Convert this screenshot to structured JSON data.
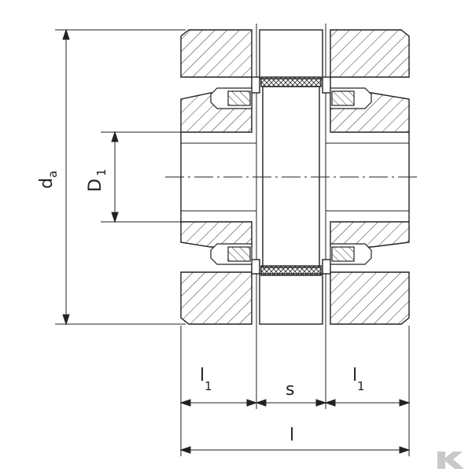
{
  "labels": {
    "da_main": "d",
    "da_sub": "a",
    "D1_main": "D",
    "D1_sub": "1",
    "l1_left_main": "l",
    "l1_left_sub": "1",
    "s": "s",
    "l1_right_main": "l",
    "l1_right_sub": "1",
    "l": "l"
  },
  "colors": {
    "line": "#222222",
    "hatch": "#333333",
    "logo": "#c9c9c9"
  },
  "icons": {
    "watermark": "brand-logo-icon"
  }
}
